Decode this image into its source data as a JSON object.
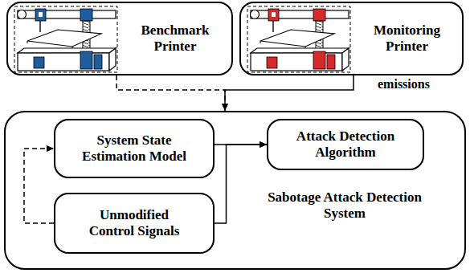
{
  "diagram": {
    "nodes": [
      {
        "text": [
          "Benchmark Printer"
        ]
      },
      {
        "text": [
          "Monitoring Printer"
        ]
      },
      {
        "text": [
          "Sabotage Attack Detection System"
        ]
      },
      {
        "text": [
          "System State Estimation Model"
        ],
        "in": 2
      },
      {
        "text": [
          "Attack Detection Algorithm"
        ],
        "in": 2
      },
      {
        "text": [
          "Unmodified Control Signals"
        ],
        "in": 2
      }
    ],
    "edges": [
      {
        "from": 0,
        "to": 2,
        "arrow": "to"
      },
      {
        "from": 1,
        "to": 2,
        "arrow": "to"
      },
      {
        "from": 3,
        "to": 4,
        "arrow": "to"
      },
      {
        "from": 5,
        "to": 4,
        "arrow": "to"
      },
      {
        "from": 5,
        "to": 3,
        "arrow": "to"
      }
    ],
    "labels": [
      "emissions"
    ]
  }
}
